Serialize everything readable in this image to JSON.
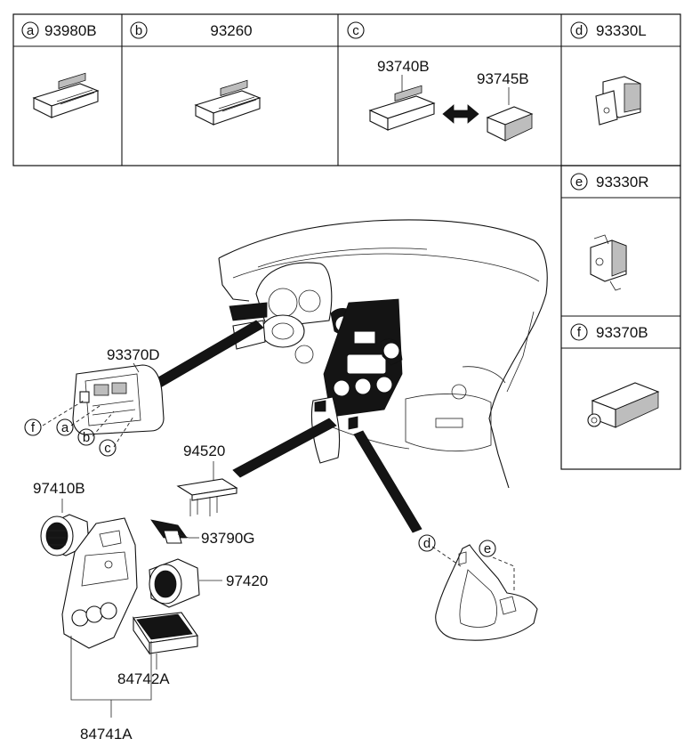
{
  "top_table": {
    "cells": [
      {
        "letter": "a",
        "code": "93980B"
      },
      {
        "letter": "b",
        "code": "93260"
      },
      {
        "letter": "c",
        "code": ""
      },
      {
        "letter": "d",
        "code": "93330L"
      }
    ],
    "variant_codes": [
      "93740B",
      "93745B"
    ]
  },
  "side_table": {
    "cells": [
      {
        "letter": "e",
        "code": "93330R"
      },
      {
        "letter": "f",
        "code": "93370B"
      }
    ]
  },
  "callouts": {
    "p93370D": "93370D",
    "p94520": "94520",
    "p97410B": "97410B",
    "p93790G": "93790G",
    "p97420": "97420",
    "p84742A": "84742A",
    "p84741A": "84741A"
  },
  "panel_letters": [
    "f",
    "a",
    "b",
    "c"
  ],
  "console_letters": [
    "d",
    "e"
  ]
}
